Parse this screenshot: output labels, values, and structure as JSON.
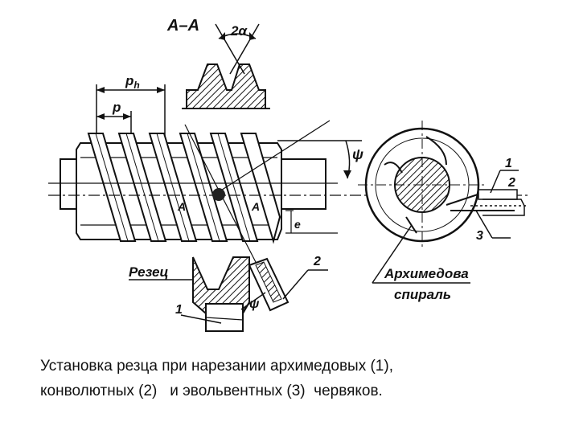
{
  "labels": {
    "section": "A–A",
    "angle_2alpha": "2α",
    "ph": "p",
    "ph_sub": "h",
    "p": "p",
    "psi_top": "ψ",
    "psi_bottom": "ψ",
    "e": "e",
    "A_left": "A",
    "A_right": "A",
    "cutter": "Резец",
    "n1_left": "1",
    "n2_left": "2",
    "n1_right": "1",
    "n2_right": "2",
    "n3_right": "3",
    "spiral_line1": "Архимедова",
    "spiral_line2": "спираль"
  },
  "caption": {
    "line1": "Установка резца при нарезании архимедовых (1),",
    "line2": "конволютных (2)   и эвольвентных (3)  червяков."
  }
}
